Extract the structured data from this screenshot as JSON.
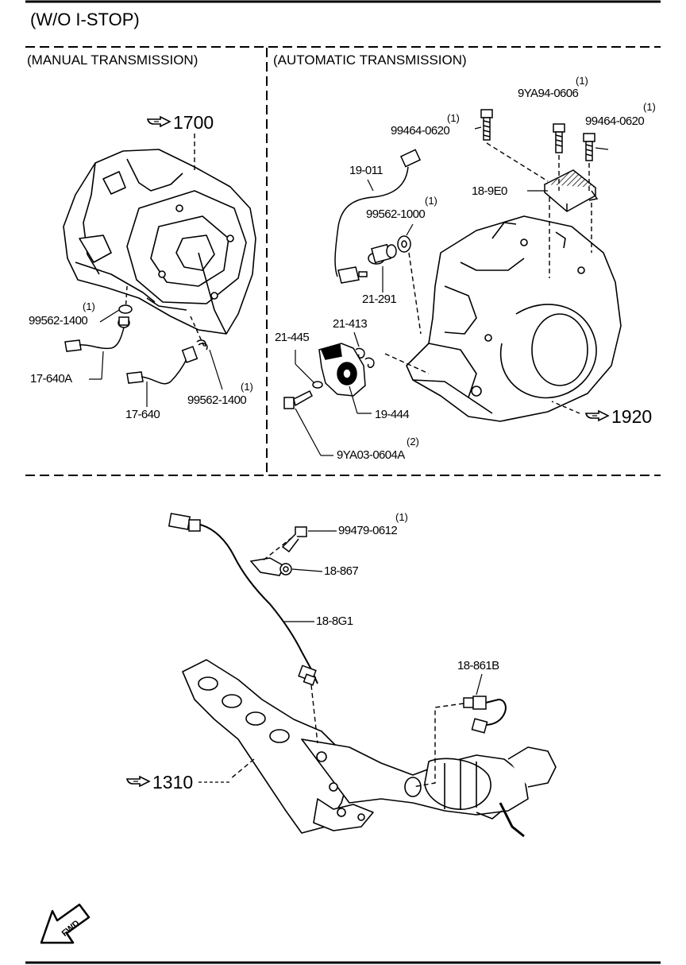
{
  "header": {
    "title": "(W/O I-STOP)",
    "manual_section": "(MANUAL TRANSMISSION)",
    "auto_section": "(AUTOMATIC TRANSMISSION)"
  },
  "manual": {
    "ref_1700": "1700",
    "p_99562_1400_a": "99562-1400",
    "p_99562_1400_a_qty": "(1)",
    "p_17_640A": "17-640A",
    "p_17_640": "17-640",
    "p_99562_1400_b": "99562-1400",
    "p_99562_1400_b_qty": "(1)"
  },
  "automatic": {
    "p_9YA94_0606": "9YA94-0606",
    "p_9YA94_0606_qty": "(1)",
    "p_99464_0620_a": "99464-0620",
    "p_99464_0620_a_qty": "(1)",
    "p_99464_0620_b": "99464-0620",
    "p_99464_0620_b_qty": "(1)",
    "p_19_011": "19-011",
    "p_18_9E0": "18-9E0",
    "p_99562_1000": "99562-1000",
    "p_99562_1000_qty": "(1)",
    "p_21_291": "21-291",
    "p_21_445": "21-445",
    "p_21_413": "21-413",
    "p_19_444": "19-444",
    "ref_1920": "1920",
    "p_9YA03_0604A": "9YA03-0604A",
    "p_9YA03_0604A_qty": "(2)"
  },
  "exhaust": {
    "p_99479_0612": "99479-0612",
    "p_99479_0612_qty": "(1)",
    "p_18_867": "18-867",
    "p_18_8G1": "18-8G1",
    "p_18_861B": "18-861B",
    "ref_1310": "1310"
  },
  "fwd": {
    "label": "FWD"
  },
  "icons": {
    "reference": "pointing-hand-icon",
    "direction": "fwd-arrow-icon"
  }
}
